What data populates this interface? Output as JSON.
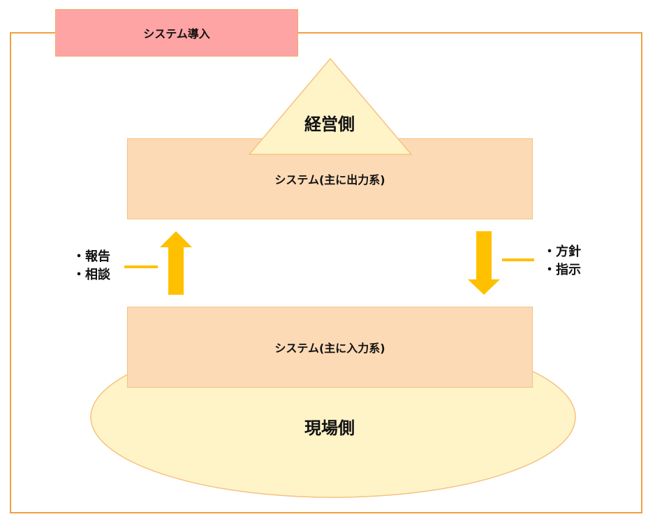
{
  "title": "システム導入",
  "management": {
    "label": "経営側"
  },
  "field": {
    "label": "現場側"
  },
  "systems": {
    "output": "システム(主に出力系)",
    "input": "システム(主に入力系)"
  },
  "upward": {
    "lines": [
      "・報告",
      "・相談"
    ]
  },
  "downward": {
    "lines": [
      "・方針",
      "・指示"
    ]
  },
  "colors": {
    "frame": "#F0A040",
    "title_fill": "#FFA4A4",
    "system_fill": "#FCDAB5",
    "base_fill": "#FFF3C8",
    "arrow": "#FFC000"
  }
}
